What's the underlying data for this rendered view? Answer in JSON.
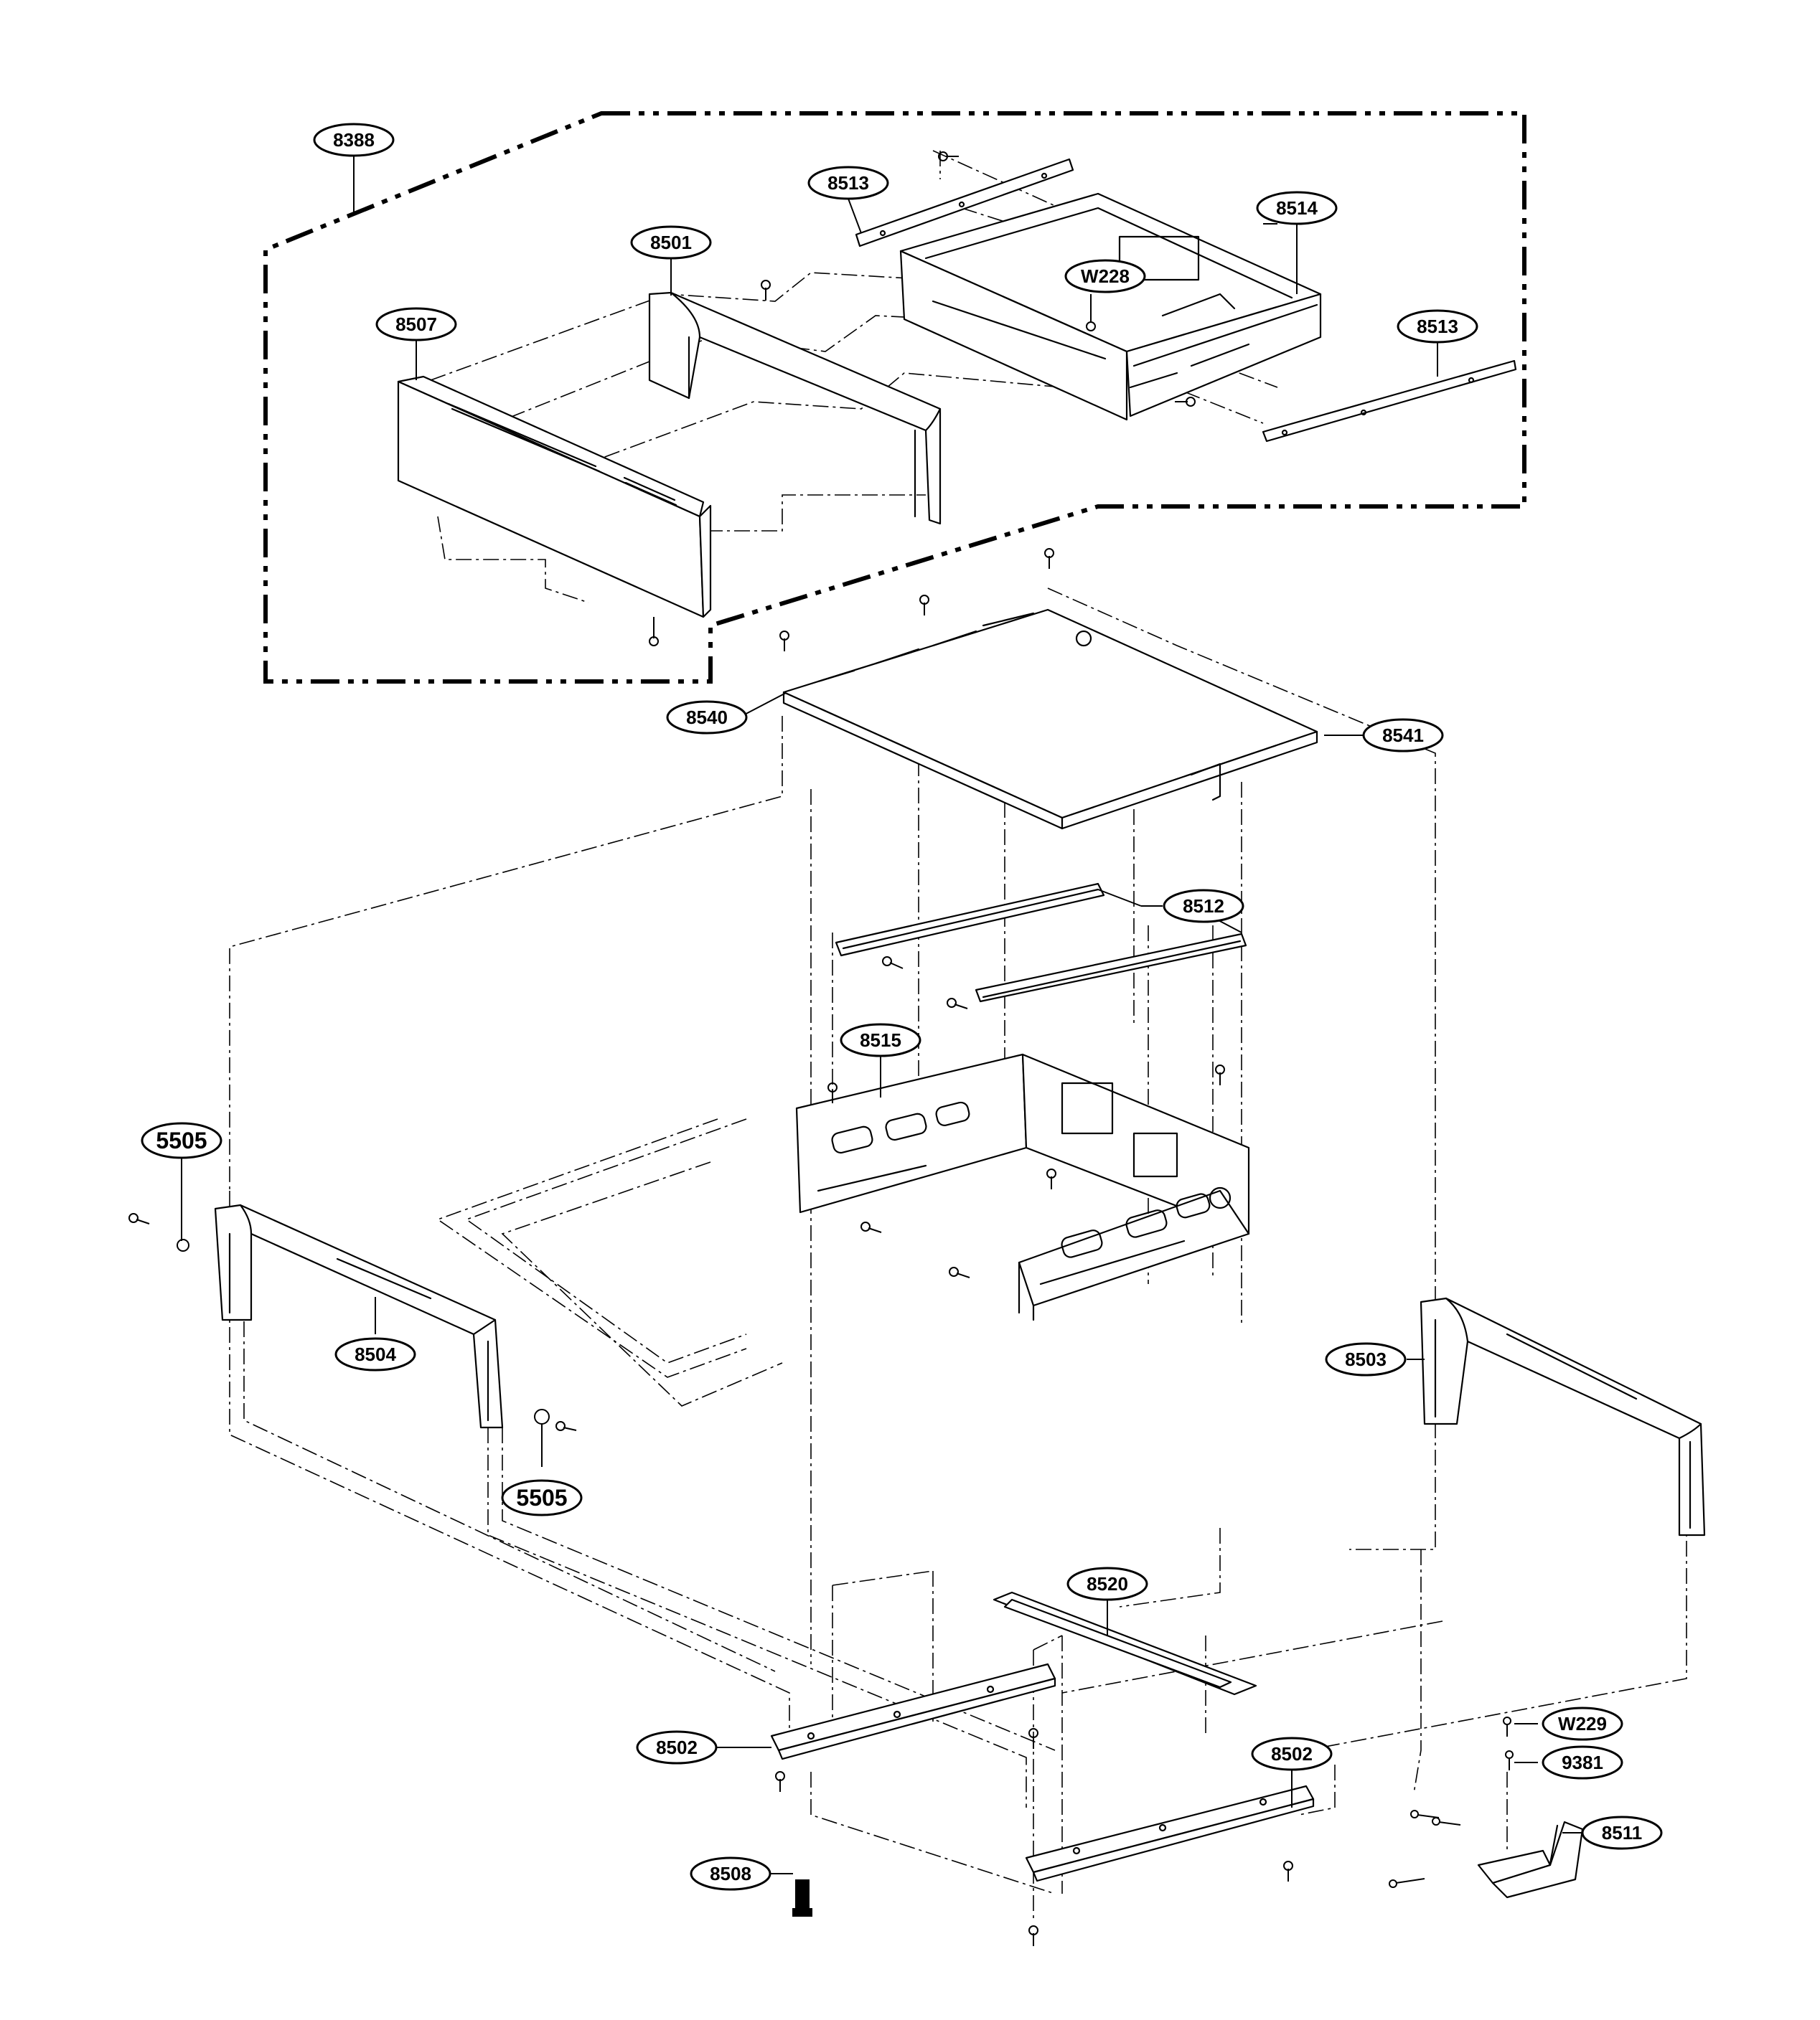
{
  "diagram": {
    "callouts": {
      "c8388": "8388",
      "c8513a": "8513",
      "c8514": "8514",
      "c8501": "8501",
      "cW228": "W228",
      "c8507": "8507",
      "c8513b": "8513",
      "c8540": "8540",
      "c8541": "8541",
      "c8512": "8512",
      "c8515": "8515",
      "c5505a": "5505",
      "c8504": "8504",
      "c5505b": "5505",
      "c8503": "8503",
      "c8520": "8520",
      "c8502a": "8502",
      "c8502b": "8502",
      "cW229": "W229",
      "c9381": "9381",
      "c8511": "8511",
      "c8508": "8508"
    }
  }
}
